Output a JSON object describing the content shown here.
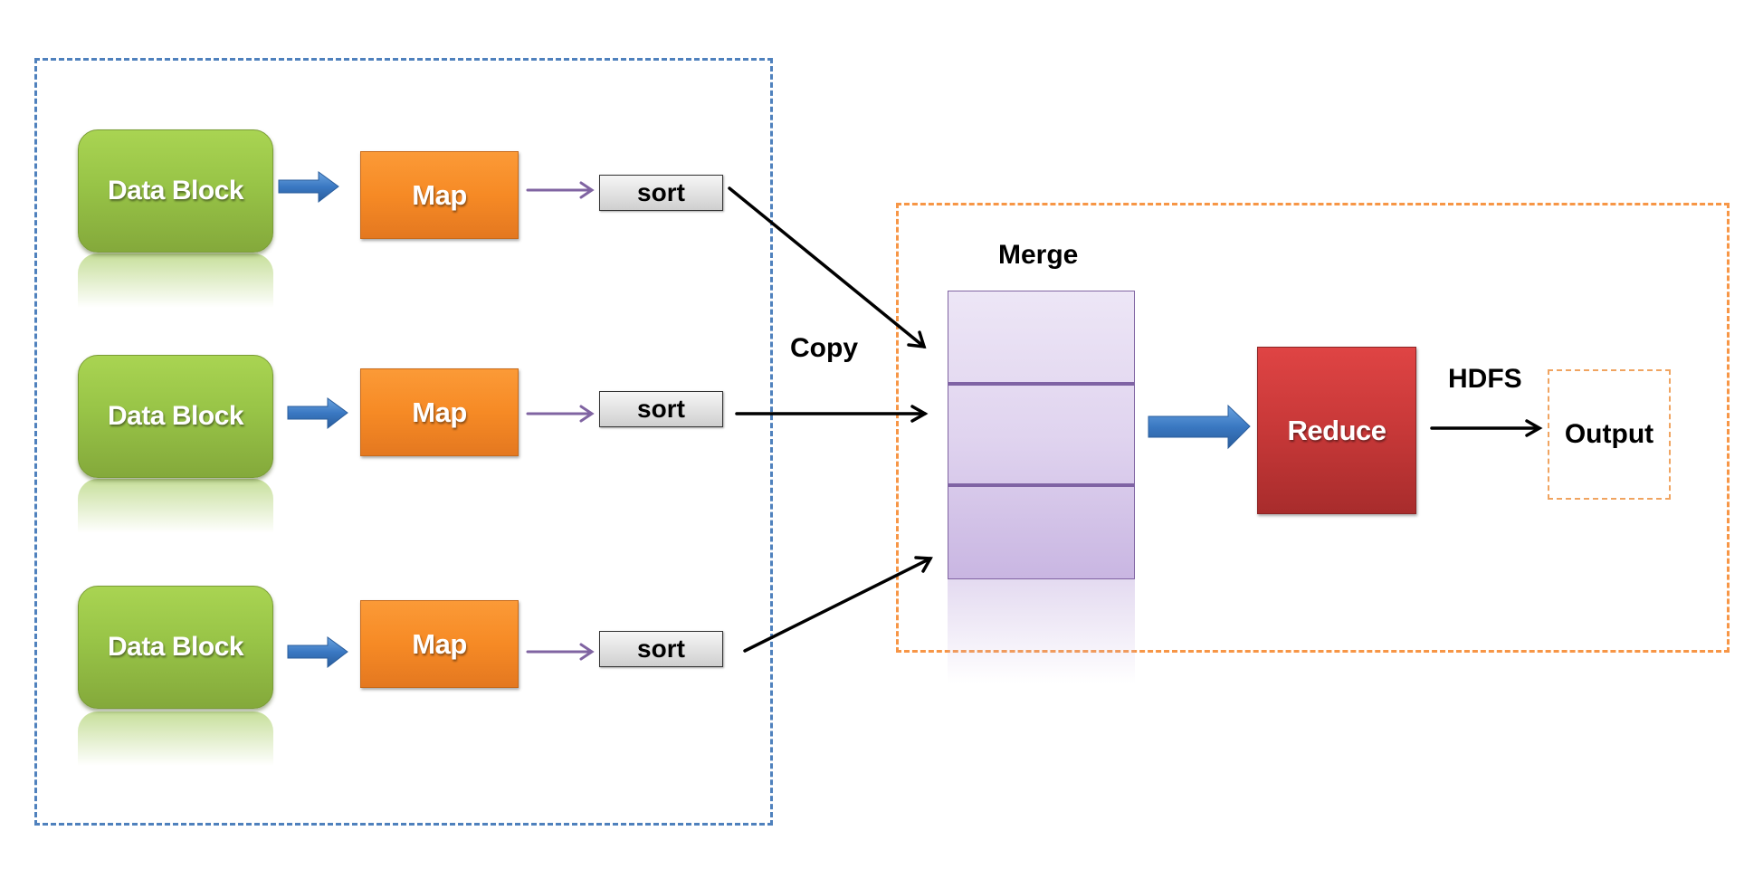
{
  "diagram": {
    "title": "MapReduce data flow",
    "map_phase": {
      "rows": [
        {
          "source": "Data Block",
          "mapper": "Map",
          "sorter": "sort"
        },
        {
          "source": "Data Block",
          "mapper": "Map",
          "sorter": "sort"
        },
        {
          "source": "Data Block",
          "mapper": "Map",
          "sorter": "sort"
        }
      ]
    },
    "copy_label": "Copy",
    "reduce_phase": {
      "merge_label": "Merge",
      "merge_segments": 3,
      "reducer": "Reduce",
      "hdfs_label": "HDFS",
      "output": "Output"
    },
    "colors": {
      "data_block": "#98c447",
      "map": "#f68a25",
      "sort": "#e0e0e0",
      "merge": "#e0d4ef",
      "merge_divider": "#7f63a4",
      "reduce": "#c73838",
      "map_region_border": "#4f81bd",
      "reduce_region_border": "#f79646",
      "block_arrow": "#3a78c2",
      "sort_arrow": "#8064a2",
      "copy_arrow": "#000000"
    }
  }
}
